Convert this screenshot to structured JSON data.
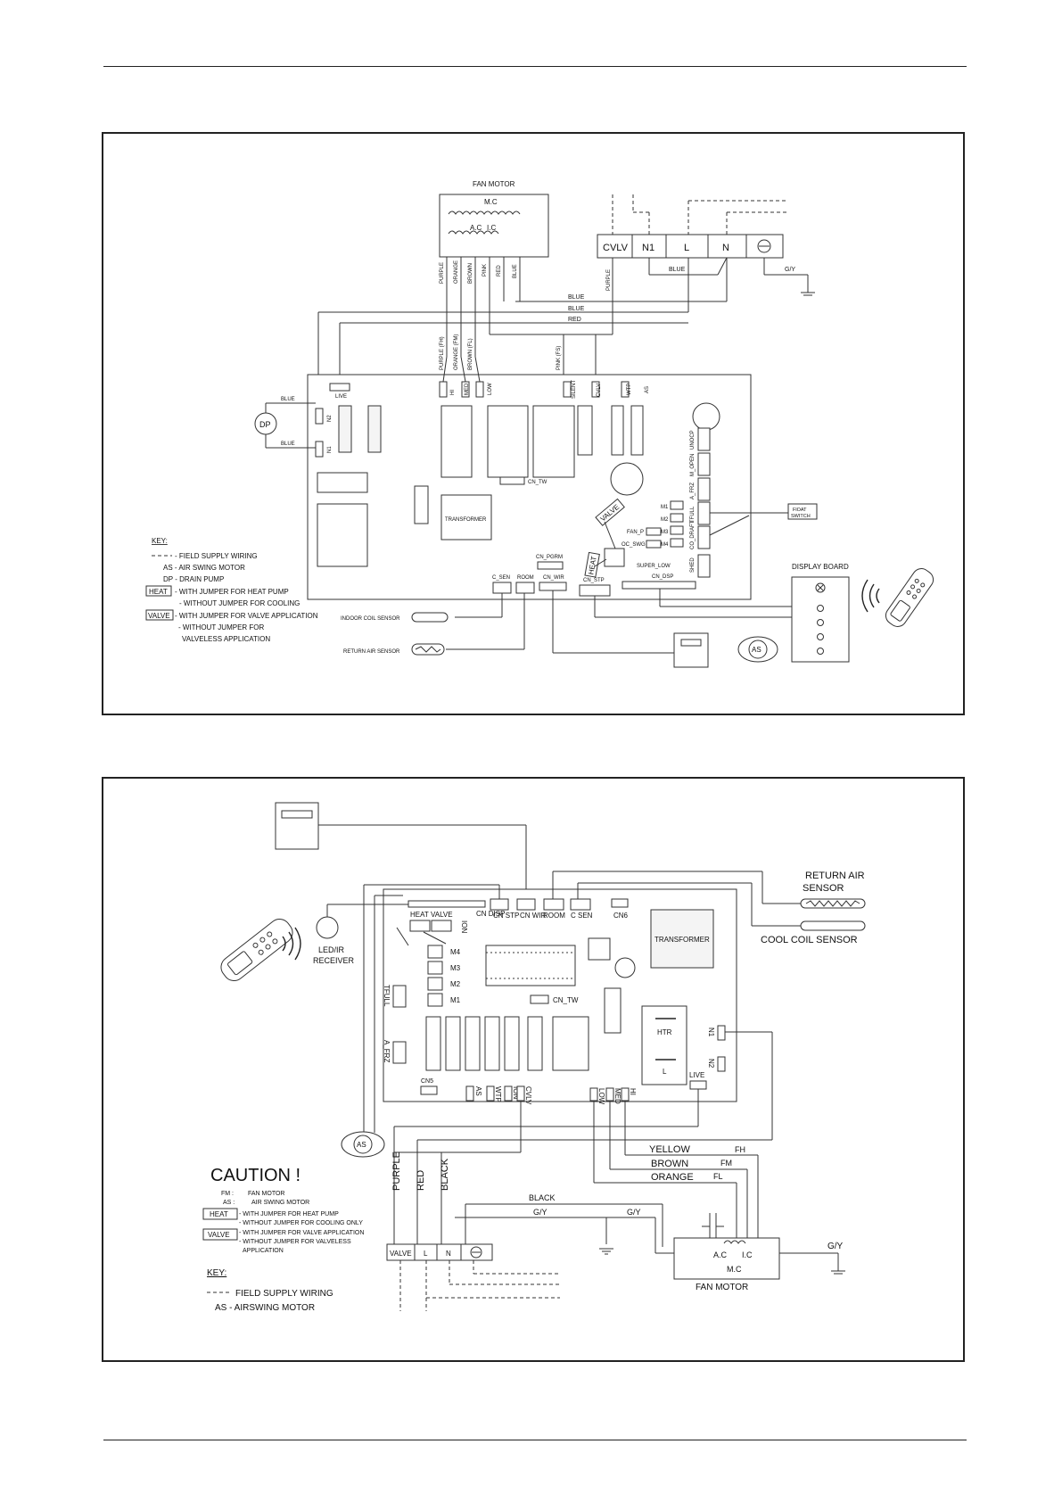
{
  "diagram1": {
    "fan_motor_title": "FAN MOTOR",
    "mc_label": "M.C",
    "ac_label": "A.C",
    "ic_label": "I.C",
    "motor_wires": [
      "PURPLE",
      "ORANGE",
      "BROWN",
      "PINK",
      "RED",
      "BLUE"
    ],
    "terminals": [
      "CVLV",
      "N1",
      "L",
      "N"
    ],
    "gy_label": "G/Y",
    "blue_label": "BLUE",
    "red_label": "RED",
    "purple_label": "PURPLE",
    "board_wires": [
      "PURPLE (FH)",
      "ORANGE (FM)",
      "BROWN (FL)",
      "PINK (FS)"
    ],
    "board_connectors": [
      "LIVE",
      "HI",
      "MED",
      "LOW",
      "SILENT",
      "CVLV",
      "WTP",
      "AS",
      "N2",
      "N1"
    ],
    "dp_label": "DP",
    "cn_tw": "CN_TW",
    "transformer": "TRANSFORMER",
    "right_connectors": [
      "UNOCP",
      "M_OPEN",
      "A_FRZ",
      "TFULL",
      "CO_DRAFT",
      "SHED"
    ],
    "m_labels": [
      "M1",
      "M2",
      "M3",
      "M4"
    ],
    "fan_p": "FAN_P",
    "oc_swg": "OC_SWG",
    "super_low": "SUPER_LOW",
    "float_switch": [
      "FlOAT",
      "SWITCH"
    ],
    "valve_tag": "VALVE",
    "heat_tag": "HEAT",
    "cn_pgrm": "CN_PGRM",
    "cn_wir": "CN_WIR",
    "c_sen": "C_SEN",
    "room": "ROOM",
    "cn_stp": "CN_STP",
    "cn_dsp": "CN_DSP",
    "display_board": "DISPLAY BOARD",
    "indoor_coil_sensor": "INDOOR COIL SENSOR",
    "return_air_sensor": "RETURN AIR SENSOR",
    "as_label": "AS",
    "key_title": "KEY:",
    "key_lines": [
      "- FIELD SUPPLY WIRING",
      "AS - AIR SWING MOTOR",
      "DP - DRAIN PUMP",
      "- WITH JUMPER FOR HEAT PUMP",
      "- WITHOUT JUMPER FOR COOLING",
      "- WITH JUMPER FOR VALVE APPLICATION",
      "- WITHOUT JUMPER FOR",
      "VALVELESS APPLICATION"
    ],
    "key_heat": "HEAT",
    "key_valve": "VALVE"
  },
  "diagram2": {
    "top_connectors": [
      "CN DISP",
      "CN STP",
      "CN WIR",
      "ROOM",
      "C SEN",
      "CN6"
    ],
    "heat_valve": [
      "HEAT",
      "VALVE"
    ],
    "ion_label": "ION",
    "return_air_sensor": [
      "RETURN AIR",
      "SENSOR"
    ],
    "cool_coil_sensor": "COOL COIL SENSOR",
    "transformer": "TRANSFORMER",
    "led_receiver": [
      "LED/IR",
      "RECEIVER"
    ],
    "m_labels": [
      "M4",
      "M3",
      "M2",
      "M1"
    ],
    "tfull": "TFULL",
    "a_frz": "A_FRZ",
    "cn_tw": "CN_TW",
    "htr": "HTR",
    "l_label": "L",
    "n1": "N1",
    "n2": "N2",
    "live": "LIVE",
    "cn5": "CN5",
    "bottom_connectors": [
      "AS",
      "WTP",
      "ION",
      "CVLV"
    ],
    "speed_connectors": [
      "LOW",
      "MED",
      "HI"
    ],
    "as_label": "AS",
    "caution": "CAUTION !",
    "fm_line": [
      "FM :",
      "FAN MOTOR"
    ],
    "as_line": [
      "AS :",
      "AIR SWING MOTOR"
    ],
    "caution_lines": [
      "- WITH JUMPER FOR HEAT PUMP",
      "- WITHOUT JUMPER FOR COOLING ONLY",
      "- WITH JUMPER FOR VALVE APPLICATION",
      "- WITHOUT JUMPER FOR VALVELESS",
      "APPLICATION"
    ],
    "caution_heat": "HEAT",
    "caution_valve": "VALVE",
    "wire_colors": [
      "PURPLE",
      "RED",
      "BLACK"
    ],
    "motor_wires": [
      "YELLOW",
      "BROWN",
      "ORANGE"
    ],
    "motor_codes": [
      "FH",
      "FM",
      "FL"
    ],
    "black_label": "BLACK",
    "gy_label": "G/Y",
    "terminal_block": [
      "VALVE",
      "L",
      "N"
    ],
    "ac_label": "A.C",
    "ic_label": "I.C",
    "mc_label": "M.C",
    "fan_motor": "FAN MOTOR",
    "key_title": "KEY:",
    "key_lines": [
      "FIELD SUPPLY WIRING",
      "AS - AIRSWING MOTOR"
    ]
  }
}
